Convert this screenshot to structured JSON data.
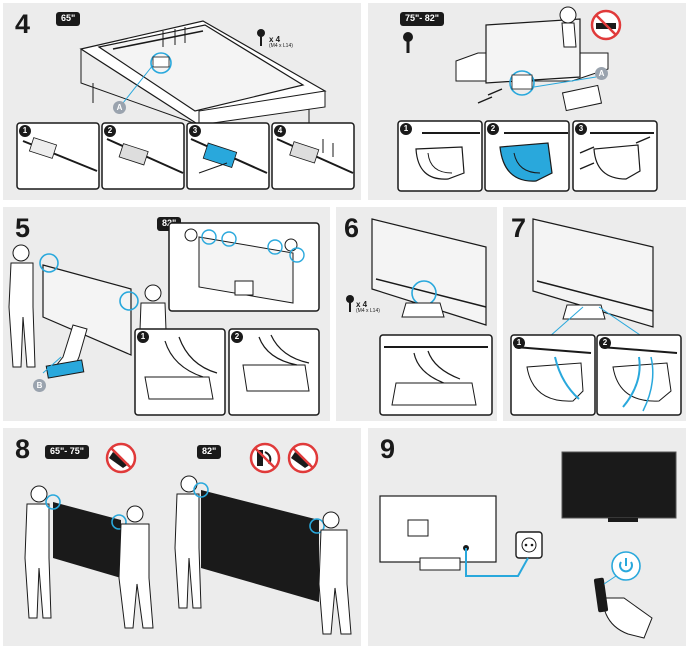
{
  "steps": [
    {
      "number": "4",
      "size_tag": "65\"",
      "screw_qty": "x 4",
      "screw_size": "(M4 x L14)",
      "callout": "A",
      "substeps": [
        "1",
        "2",
        "3",
        "4"
      ]
    },
    {
      "number": "",
      "size_tag": "75\"- 82\"",
      "callout": "A",
      "substeps": [
        "1",
        "2",
        "3"
      ]
    },
    {
      "number": "5",
      "size_tag": "82\"",
      "callout": "B",
      "substeps": [
        "1",
        "2"
      ]
    },
    {
      "number": "6",
      "screw_qty": "x 4",
      "screw_size": "(M4 x L14)"
    },
    {
      "number": "7",
      "substeps": [
        "1",
        "2"
      ]
    },
    {
      "number": "8",
      "size_tag_a": "65\"- 75\"",
      "size_tag_b": "82\""
    },
    {
      "number": "9"
    }
  ],
  "colors": {
    "panel": "#ececec",
    "ink": "#1a1a1a",
    "accent": "#29a8dc",
    "callout": "#9aa3ae"
  },
  "icons": [
    "screw-icon",
    "no-lay-flat-icon",
    "no-grab-screen-icon",
    "power-button-icon",
    "power-outlet-icon"
  ]
}
